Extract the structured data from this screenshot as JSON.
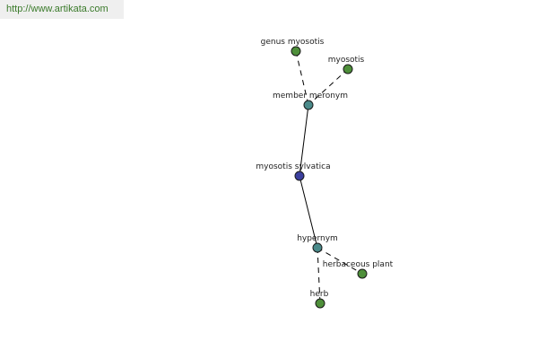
{
  "watermark": {
    "url": "http://www.artikata.com"
  },
  "colors": {
    "leaf": "#4e8f3a",
    "relation": "#4a8a8a",
    "center": "#3b3f9e"
  },
  "graph": {
    "nodes": [
      {
        "id": "genus-myosotis",
        "label": "genus myosotis",
        "kind": "leaf"
      },
      {
        "id": "myosotis",
        "label": "myosotis",
        "kind": "leaf"
      },
      {
        "id": "member-meronym",
        "label": "member meronym",
        "kind": "relation"
      },
      {
        "id": "myosotis-sylvatica",
        "label": "myosotis sylvatica",
        "kind": "center"
      },
      {
        "id": "hypernym",
        "label": "hypernym",
        "kind": "relation"
      },
      {
        "id": "herbaceous-plant",
        "label": "herbaceous plant",
        "kind": "leaf"
      },
      {
        "id": "herb",
        "label": "herb",
        "kind": "leaf"
      }
    ],
    "edges": [
      {
        "from": "genus-myosotis",
        "to": "member-meronym",
        "style": "dashed"
      },
      {
        "from": "myosotis",
        "to": "member-meronym",
        "style": "dashed"
      },
      {
        "from": "member-meronym",
        "to": "myosotis-sylvatica",
        "style": "solid"
      },
      {
        "from": "myosotis-sylvatica",
        "to": "hypernym",
        "style": "solid"
      },
      {
        "from": "hypernym",
        "to": "herbaceous-plant",
        "style": "dashed"
      },
      {
        "from": "hypernym",
        "to": "herb",
        "style": "dashed"
      }
    ]
  }
}
